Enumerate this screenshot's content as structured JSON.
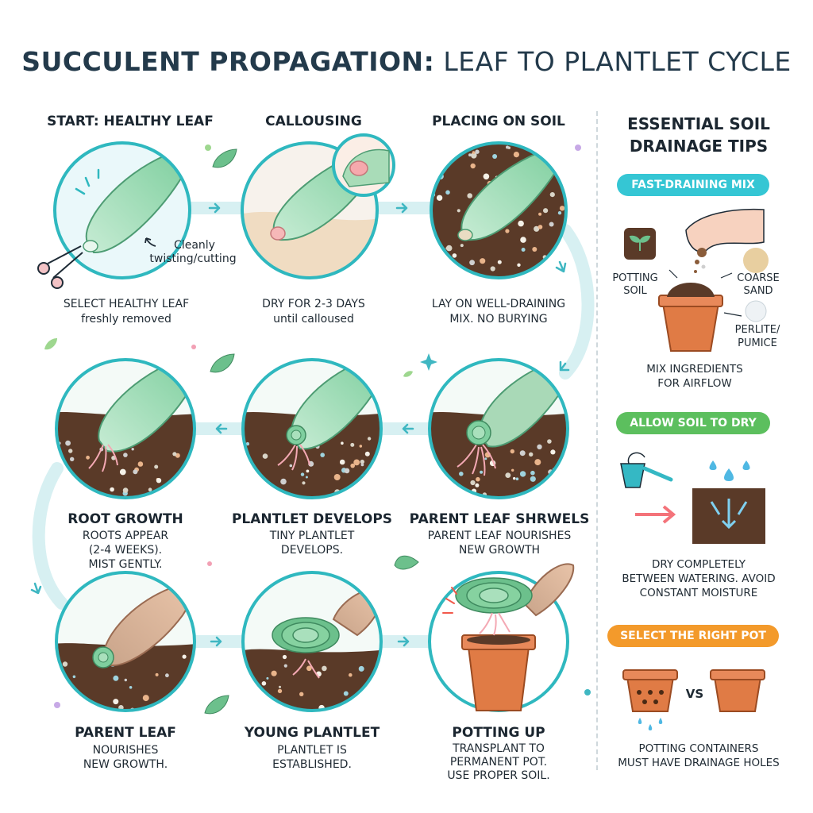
{
  "title": {
    "bold": "SUCCULENT PROPAGATION:",
    "rest": "LEAF TO PLANTLET CYCLE"
  },
  "steps": [
    {
      "heading": "START: HEALTHY LEAF",
      "desc1": "SELECT HEALTHY LEAF",
      "desc2": "freshly removed",
      "callout1": "Cleanly",
      "callout2": "twisting/cutting"
    },
    {
      "heading": "CALLOUSING",
      "desc1": "DRY FOR 2-3 DAYS",
      "desc2": "until calloused"
    },
    {
      "heading": "PLACING ON SOIL",
      "desc1": "LAY ON WELL-DRAINING",
      "desc2": "MIX. NO BURYING"
    },
    {
      "heading": "ROOT GROWTH",
      "desc1": "ROOTS APPEAR",
      "desc2": "(2-4 WEEKS).",
      "desc3": "MIST GENTLY."
    },
    {
      "heading": "PLANTLET DEVELOPS",
      "desc1": "TINY PLANTLET",
      "desc2": "DEVELOPS."
    },
    {
      "heading": "PARENT LEAF SHRWELS",
      "desc1": "PARENT LEAF NOURISHES",
      "desc2": "NEW GROWTH"
    },
    {
      "heading": "PARENT LEAF",
      "desc1": "NOURISHES",
      "desc2": "NEW GROWTH."
    },
    {
      "heading": "YOUNG PLANTLET",
      "desc1": "PLANTLET IS",
      "desc2": "ESTABLISHED."
    },
    {
      "heading": "POTTING UP",
      "desc1": "TRANSPLANT TO",
      "desc2": "PERMANENT POT.",
      "desc3": "USE PROPER SOIL."
    }
  ],
  "sidebar": {
    "heading1": "ESSENTIAL SOIL",
    "heading2": "DRAINAGE TIPS",
    "tips": [
      {
        "label": "FAST-DRAINING MIX",
        "color": "#35c6d4",
        "ingredients": {
          "soil1": "POTTING",
          "soil2": "SOIL",
          "sand1": "COARSE",
          "sand2": "SAND",
          "perlite1": "PERLITE/",
          "perlite2": "PUMICE"
        },
        "desc1": "MIX INGREDIENTS",
        "desc2": "FOR AIRFLOW"
      },
      {
        "label": "ALLOW SOIL TO DRY",
        "color": "#5cbf5e",
        "desc1": "DRY COMPLETELY",
        "desc2": "BETWEEN WATERING. AVOID",
        "desc3": "CONSTANT MOISTURE"
      },
      {
        "label": "SELECT THE RIGHT POT",
        "color": "#f39a2b",
        "vs": "VS",
        "desc1": "POTTING CONTAINERS",
        "desc2": "MUST HAVE DRAINAGE HOLES"
      }
    ]
  },
  "colors": {
    "ring": "#2fb8bf",
    "soil": "#5a3a28",
    "leaf": "#8fd3a6",
    "pot": "#e07b45",
    "path": "#d5f1f3"
  }
}
